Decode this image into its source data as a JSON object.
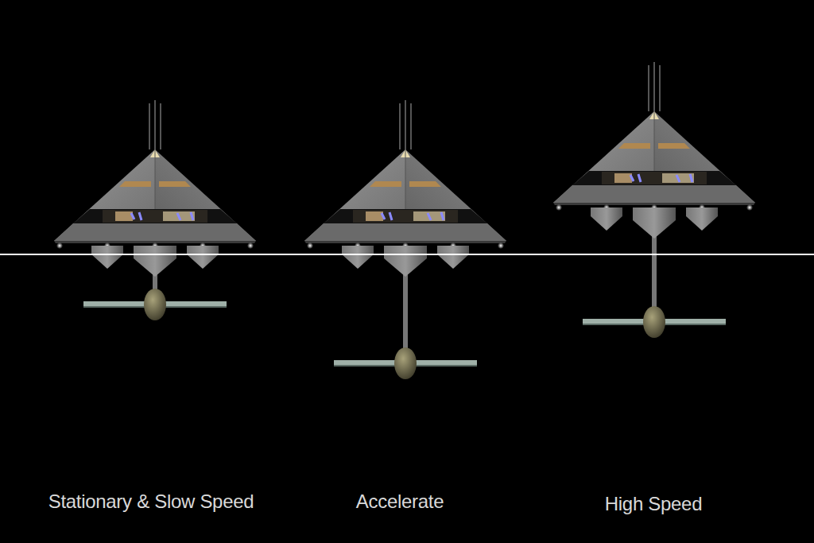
{
  "diagram": {
    "labels": [
      "Stationary & Slow Speed",
      "Accelerate",
      "High Speed"
    ]
  }
}
